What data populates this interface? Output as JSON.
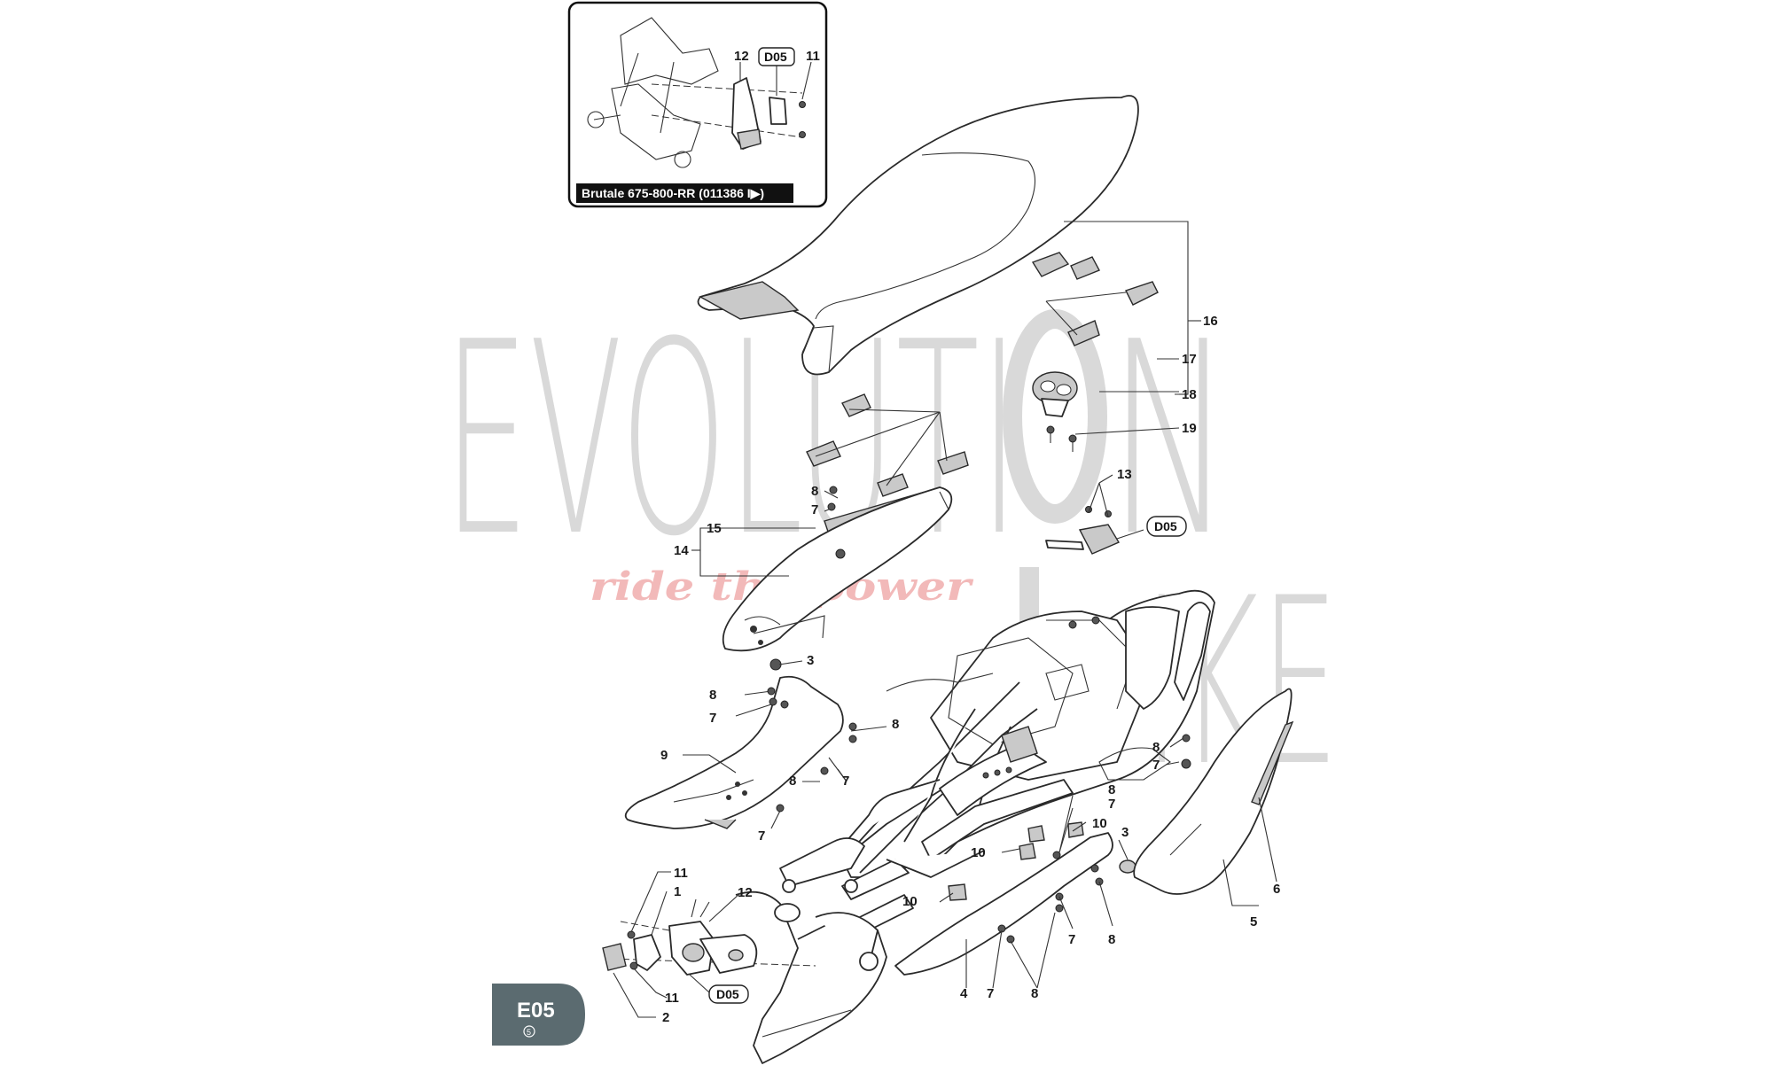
{
  "inset": {
    "caption": "Brutale 675-800-RR (011386 I▶)",
    "labels": {
      "part_12": "12",
      "ref_d05": "D05",
      "part_11": "11"
    }
  },
  "page_badge": {
    "code": "E05",
    "sub": "5"
  },
  "watermark": {
    "words": [
      "EVOLUTI",
      "N",
      "IKE"
    ],
    "tagline": "ride the power"
  },
  "callouts": {
    "c16": "16",
    "c17": "17",
    "c18": "18",
    "c19": "19",
    "c13": "13",
    "c15": "15",
    "c14": "14",
    "c8a": "8",
    "c7a": "7",
    "c3a": "3",
    "c8b": "8",
    "c7b": "7",
    "c9": "9",
    "c8c": "8",
    "c7c": "7",
    "c8d": "8",
    "c7d": "7",
    "c8e": "8",
    "c7e": "7",
    "c10a": "10",
    "c10b": "10",
    "c3b": "3",
    "c10c": "10",
    "c7f": "7",
    "c8f": "8",
    "c8g": "8",
    "c7g": "7",
    "c6": "6",
    "c5": "5",
    "c4": "4",
    "c7h": "7",
    "c8h": "8",
    "c11a": "11",
    "c1": "1",
    "c12": "12",
    "c11b": "11",
    "c2": "2"
  },
  "refs": {
    "d05_center": "D05",
    "d05_bottom": "D05"
  }
}
